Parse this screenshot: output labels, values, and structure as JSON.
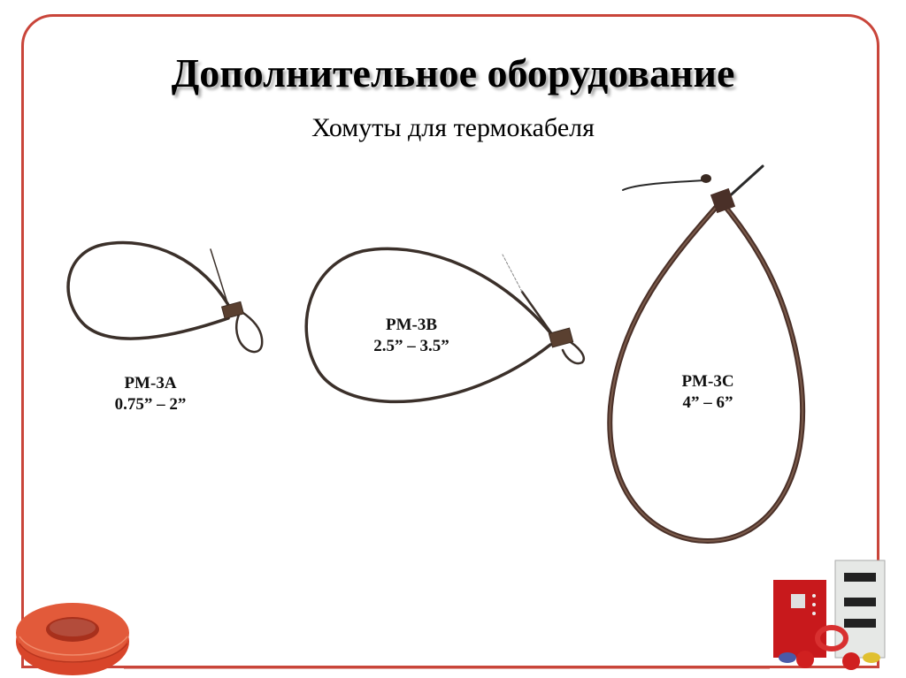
{
  "slide": {
    "title": "Дополнительное оборудование",
    "subtitle": "Хомуты для термокабеля",
    "accent_color": "#c9453a"
  },
  "products": [
    {
      "model": "PM-3A",
      "range": "0.75” – 2”"
    },
    {
      "model": "PM-3B",
      "range": "2.5” – 3.5”"
    },
    {
      "model": "PM-3C",
      "range": "4” – 6”"
    }
  ],
  "images": {
    "cable_tie_small": "cable-tie-icon",
    "cable_tie_medium": "cable-tie-icon",
    "cable_tie_large": "cable-tie-icon",
    "cable_coil": "cable-coil-icon",
    "control_panels": "control-panel-icon"
  }
}
